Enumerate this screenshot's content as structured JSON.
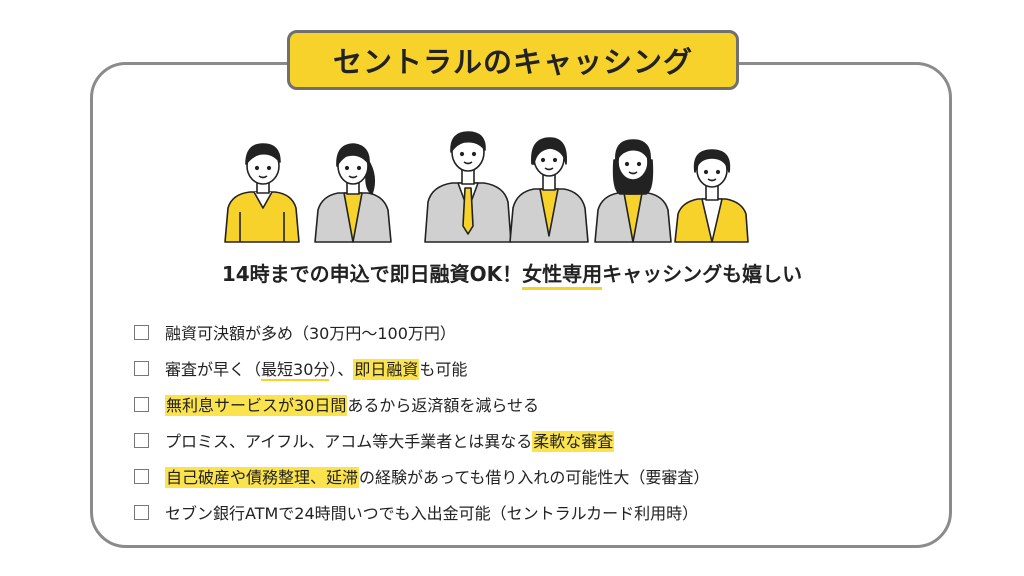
{
  "title": "セントラルのキャッシング",
  "headline": {
    "before": "14時までの申込で即日融資OK！",
    "underlined": "女性専用",
    "after": "キャッシングも嬉しい"
  },
  "items": [
    {
      "segments": [
        {
          "text": "融資可決額が多め（30万円〜100万円）"
        }
      ]
    },
    {
      "segments": [
        {
          "text": "審査が早く（"
        },
        {
          "text": "最短30分",
          "style": "u"
        },
        {
          "text": "）、"
        },
        {
          "text": "即日融資",
          "style": "hl"
        },
        {
          "text": "も可能"
        }
      ]
    },
    {
      "segments": [
        {
          "text": "無利息サービスが30日間",
          "style": "hl"
        },
        {
          "text": "あるから返済額を減らせる"
        }
      ]
    },
    {
      "segments": [
        {
          "text": "プロミス、アイフル、アコム等大手業者とは異なる"
        },
        {
          "text": "柔軟な審査",
          "style": "hl"
        }
      ]
    },
    {
      "segments": [
        {
          "text": "自己破産や債務整理、延滞",
          "style": "hl"
        },
        {
          "text": "の経験があっても借り入れの可能性大（要審査）"
        }
      ]
    },
    {
      "segments": [
        {
          "text": "セブン銀行ATMで24時間いつでも入出金可能（セントラルカード利用時）"
        }
      ]
    }
  ],
  "colors": {
    "accent": "#f7d22b",
    "border": "#8b8b8b",
    "suit": "#d0d0d0"
  }
}
